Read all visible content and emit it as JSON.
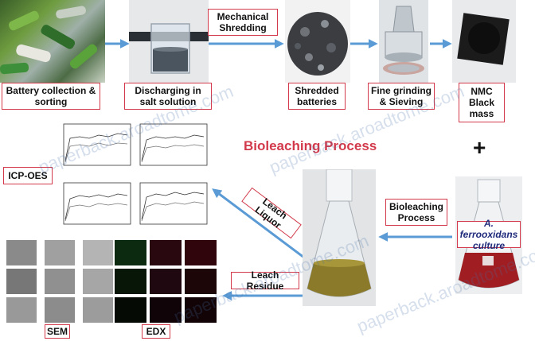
{
  "top_steps": [
    {
      "id": "battery",
      "label": "Battery collection & sorting"
    },
    {
      "id": "discharging",
      "label": "Discharging in salt solution"
    },
    {
      "id": "shredded",
      "label": "Shredded batteries"
    },
    {
      "id": "grinding",
      "label": "Fine grinding & Sieving"
    },
    {
      "id": "nmc",
      "label": "NMC Black mass"
    }
  ],
  "arrow_labels": {
    "mechanical_shredding": "Mechanical Shredding",
    "bioleaching_process_arrow": "Bioleaching Process",
    "leach_liquor": "Leach Liquor",
    "leach_residue": "Leach Residue"
  },
  "title": "Bioleaching Process",
  "plus": "+",
  "culture_label": "A. ferrooxidans culture",
  "analysis_labels": {
    "icp": "ICP-OES",
    "sem": "SEM",
    "edx": "EDX"
  },
  "colors": {
    "arrow": "#5b9bd5",
    "label_border": "#d23a4b",
    "title": "#d23a4b",
    "culture_text": "#1f2a7a",
    "chart_line": "#333333"
  },
  "watermark": "paperback.aroadtome.com",
  "icons": {
    "battery": "battery-pile-photo",
    "beaker": "beaker-photo",
    "shreds": "shredded-pile-photo",
    "sieve": "sieve-photo",
    "powder": "black-powder-photo",
    "flask": "bioleach-flask-photo",
    "culture": "culture-flask-photo"
  }
}
